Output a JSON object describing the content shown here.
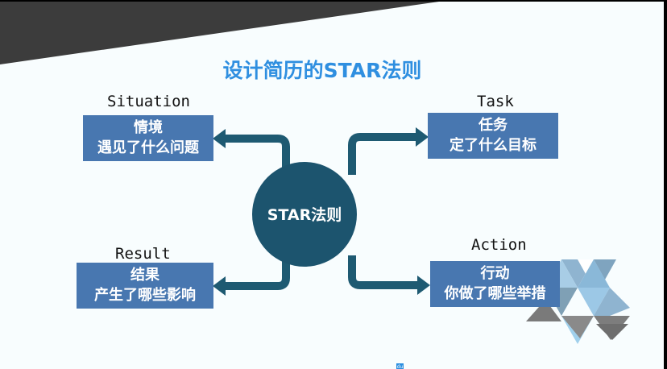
{
  "title": "设计简历的STAR法则",
  "center": "STAR法则",
  "nodes": {
    "situation": {
      "label": "Situation",
      "line1": "情境",
      "line2": "遇见了什么问题"
    },
    "task": {
      "label": "Task",
      "line1": "任务",
      "line2": "定了什么目标"
    },
    "result": {
      "label": "Result",
      "line1": "结果",
      "line2": "产生了哪些影响"
    },
    "action": {
      "label": "Action",
      "line1": "行动",
      "line2": "你做了哪些举措"
    }
  },
  "badge": "du",
  "colors": {
    "box": "#4877b0",
    "circle": "#1c546e",
    "title": "#2f8fe0",
    "banner": "#3c3c3c"
  }
}
